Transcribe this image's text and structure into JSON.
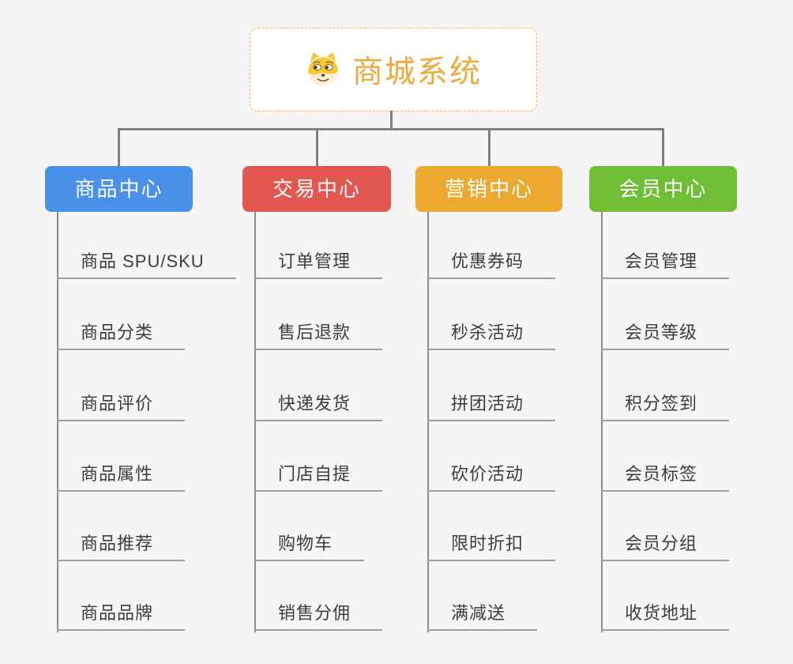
{
  "page": {
    "background": "#f5f5f6"
  },
  "root": {
    "title": "商城系统",
    "icon": "doge-icon",
    "accent_color": "#f0a93c",
    "border_color": "#f2b35a"
  },
  "connector_color": "#7f7f7f",
  "trunk_color": "#8c8c8c",
  "leaf_underline_color": "#9c9c9c",
  "leaf_text_color": "#3d3d3d",
  "branches": [
    {
      "label": "商品中心",
      "color": "#4a90e8",
      "items": [
        "商品 SPU/SKU",
        "商品分类",
        "商品评价",
        "商品属性",
        "商品推荐",
        "商品品牌"
      ]
    },
    {
      "label": "交易中心",
      "color": "#e25750",
      "items": [
        "订单管理",
        "售后退款",
        "快递发货",
        "门店自提",
        "购物车",
        "销售分佣"
      ]
    },
    {
      "label": "营销中心",
      "color": "#eca82f",
      "items": [
        "优惠券码",
        "秒杀活动",
        "拼团活动",
        "砍价活动",
        "限时折扣",
        "满减送"
      ]
    },
    {
      "label": "会员中心",
      "color": "#6fbe35",
      "items": [
        "会员管理",
        "会员等级",
        "积分签到",
        "会员标签",
        "会员分组",
        "收货地址"
      ]
    }
  ]
}
